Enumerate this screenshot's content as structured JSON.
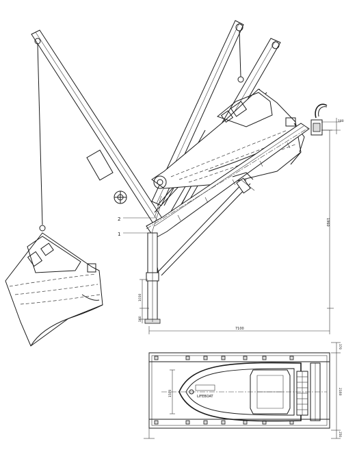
{
  "labels": {
    "callout_1": "1",
    "callout_2": "2"
  },
  "dimensions": {
    "top_right_small": "180",
    "height_right": "1960",
    "width_bottom": "7100",
    "height_left": "1030",
    "left_small": "160",
    "plan_top": "370",
    "plan_middle": "2160",
    "plan_bottom": "250",
    "plan_inner_width": "1500"
  },
  "plan_view": {
    "boat_marking": "LIFEBOAT"
  }
}
